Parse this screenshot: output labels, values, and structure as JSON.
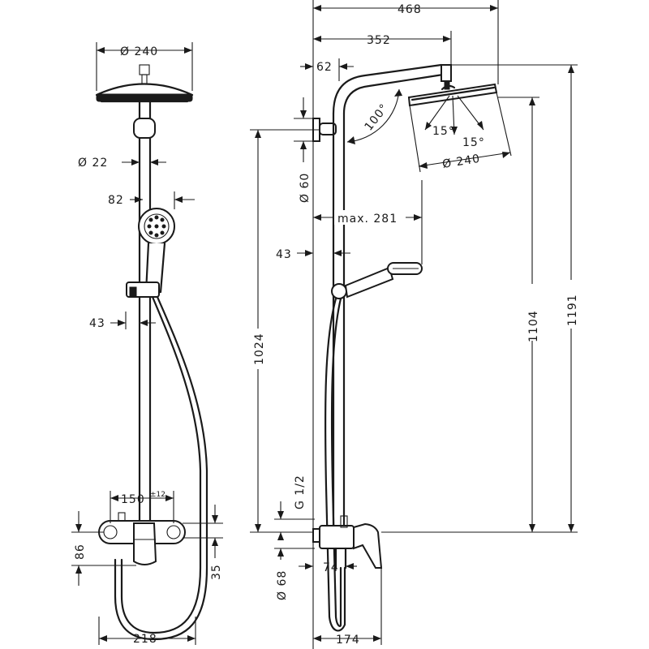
{
  "front_view": {
    "dims": {
      "head_diameter": "Ø 240",
      "pipe_diameter": "Ø 22",
      "handshower_offset": "82",
      "bar_distance": "43",
      "mixer_centers": "150",
      "mixer_tolerance": "±12",
      "mixer_height": "86",
      "outlet_height": "35",
      "total_width": "218"
    }
  },
  "side_view": {
    "dims": {
      "total_projection": "468",
      "arm_length": "352",
      "wall_offset": "62",
      "arm_angle": "100°",
      "tilt_left": "15°",
      "tilt_right": "15°",
      "head_diameter": "Ø 240",
      "wall_bracket_diameter": "Ø 60",
      "handshower_reach": "max. 281",
      "bar_distance": "43",
      "height_bracket": "1024",
      "height_head": "1104",
      "height_total": "1191",
      "thread": "G 1/2",
      "mixer_diameter": "Ø 68",
      "spout_depth": "74",
      "spout_projection": "174"
    }
  }
}
